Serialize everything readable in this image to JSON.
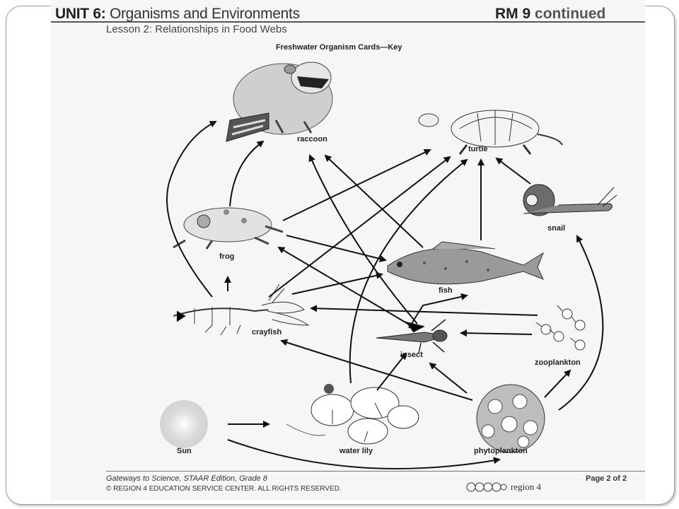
{
  "header": {
    "unit_prefix": "UNIT 6:",
    "unit_name": "Organisms and Environments",
    "lesson": "Lesson 2: Relationships in Food Webs",
    "rm_prefix": "RM 9",
    "rm_suffix": "continued"
  },
  "card_title": "Freshwater Organism Cards—Key",
  "organisms": {
    "raccoon": "raccoon",
    "turtle": "turtle",
    "snail": "snail",
    "frog": "frog",
    "fish": "fish",
    "crayfish": "crayfish",
    "insect": "insect",
    "zooplankton": "zooplankton",
    "sun": "Sun",
    "water_lily": "water lily",
    "phytoplankton": "phytoplankton"
  },
  "footer": {
    "line1": "Gateways to Science, STAAR Edition, Grade 8",
    "line2": "© REGION 4 EDUCATION SERVICE CENTER. ALL RIGHTS RESERVED.",
    "page": "Page 2 of 2",
    "logo_text": "region 4"
  }
}
